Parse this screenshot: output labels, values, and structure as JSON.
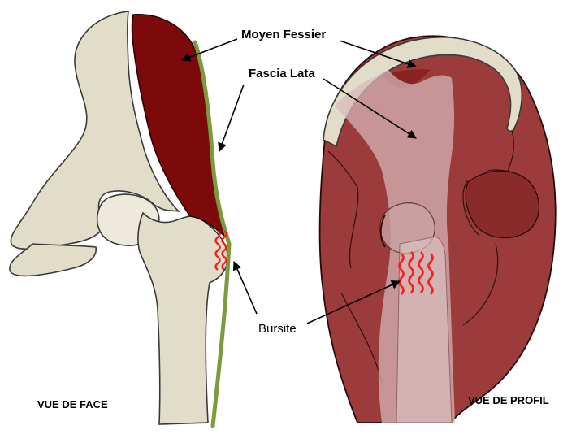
{
  "labels": {
    "moyen_fessier": "Moyen Fessier",
    "fascia_lata": "Fascia Lata",
    "bursite": "Bursite",
    "vue_de_face": "VUE DE FACE",
    "vue_de_profil": "VUE DE PROFIL"
  },
  "colors": {
    "bone": "#e2ddc9",
    "bone_stroke": "#3a3a3a",
    "muscle": "#7c0a0a",
    "muscle_profile": "#9c3b3b",
    "fascia_green": "#7a9b3e",
    "fascia_overlay": "#c8a8a8",
    "bursitis_red": "#ff1a1a"
  }
}
